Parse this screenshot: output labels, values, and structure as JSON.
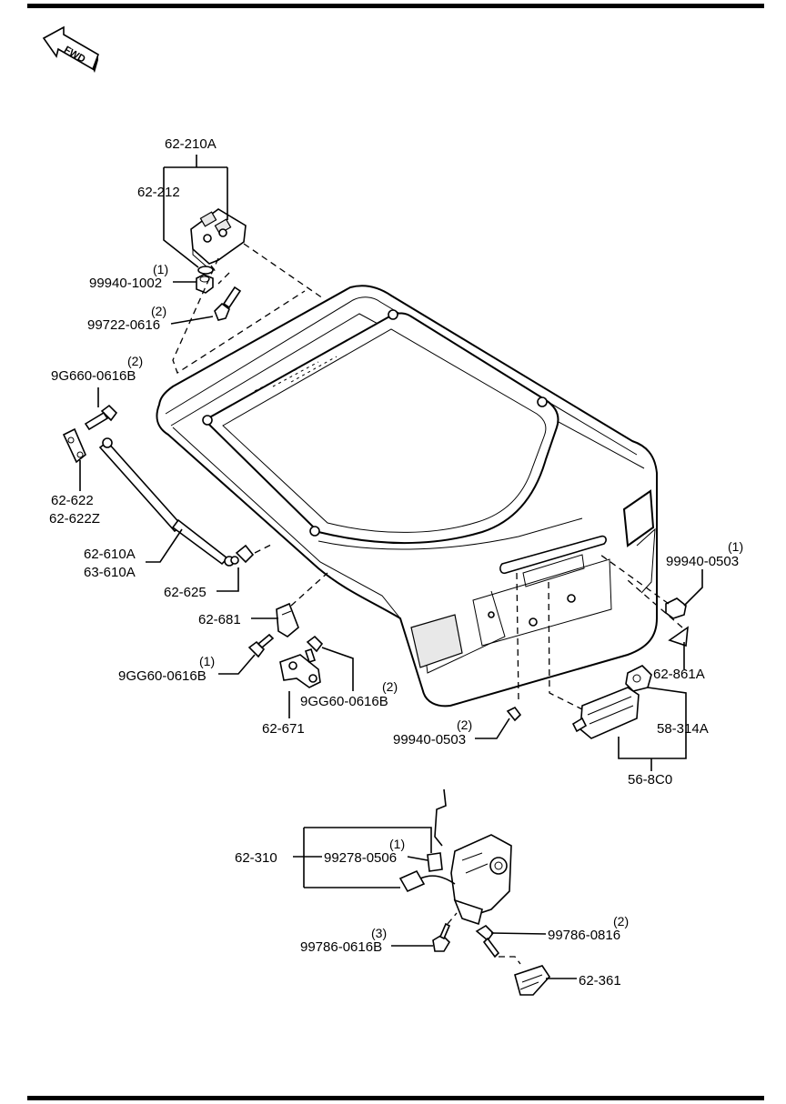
{
  "orientation": {
    "arrow_label": "FWD"
  },
  "callouts": {
    "c62_210A": "62-210A",
    "c62_212": "62-212",
    "c99940_1002": "99940-1002",
    "q99940_1002": "(1)",
    "c99722_0616": "99722-0616",
    "q99722_0616": "(2)",
    "c9G660_0616B": "9G660-0616B",
    "q9G660_0616B": "(2)",
    "c62_622": "62-622",
    "c62_622Z": "62-622Z",
    "c62_610A": "62-610A",
    "c63_610A": "63-610A",
    "c62_625": "62-625",
    "c62_681": "62-681",
    "c9GG60_0616B_a": "9GG60-0616B",
    "q9GG60_0616B_a": "(1)",
    "c9GG60_0616B_b": "9GG60-0616B",
    "q9GG60_0616B_b": "(2)",
    "c62_671": "62-671",
    "c99940_0503_a": "99940-0503",
    "q99940_0503_a": "(1)",
    "c62_861A": "62-861A",
    "c58_314A": "58-314A",
    "c56_8C0": "56-8C0",
    "c99940_0503_b": "99940-0503",
    "q99940_0503_b": "(2)",
    "c62_310": "62-310",
    "c99278_0506": "99278-0506",
    "q99278_0506": "(1)",
    "c99786_0816": "99786-0816",
    "q99786_0816": "(2)",
    "c99786_0616B": "99786-0616B",
    "q99786_0616B": "(3)",
    "c62_361": "62-361"
  }
}
